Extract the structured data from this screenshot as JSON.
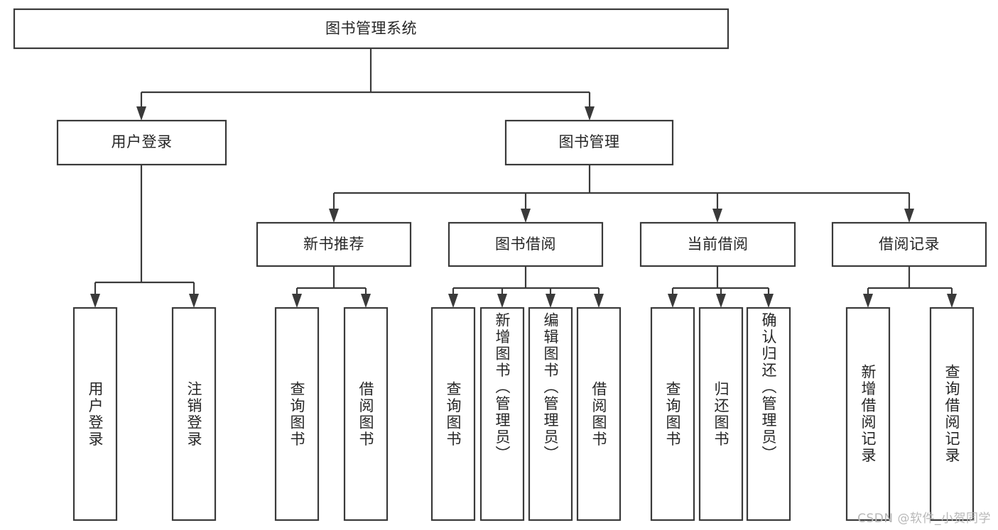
{
  "diagram": {
    "type": "tree",
    "title": "图书管理系统",
    "orientation": "top-down",
    "watermark": "CSDN @软件_小贺同学",
    "colors": {
      "stroke": "#3a3a3a",
      "fill": "#ffffff",
      "text": "#262626",
      "watermark": "#b8b8b8"
    },
    "nodes": {
      "root": {
        "label": "图书管理系统"
      },
      "level2": [
        {
          "id": "user-login",
          "label": "用户登录"
        },
        {
          "id": "book-management",
          "label": "图书管理"
        }
      ],
      "level3": [
        {
          "id": "new-book-recommend",
          "label": "新书推荐",
          "parent": "book-management"
        },
        {
          "id": "book-borrow",
          "label": "图书借阅",
          "parent": "book-management"
        },
        {
          "id": "current-borrow",
          "label": "当前借阅",
          "parent": "book-management"
        },
        {
          "id": "borrow-record",
          "label": "借阅记录",
          "parent": "book-management"
        }
      ],
      "leaves": [
        {
          "id": "leaf-user-login",
          "label": "用户登录",
          "parent": "user-login"
        },
        {
          "id": "leaf-user-logout",
          "label": "注销登录",
          "parent": "user-login"
        },
        {
          "id": "leaf-query-book-1",
          "label": "查询图书",
          "parent": "new-book-recommend"
        },
        {
          "id": "leaf-borrow-book-1",
          "label": "借阅图书",
          "parent": "new-book-recommend"
        },
        {
          "id": "leaf-query-book-2",
          "label": "查询图书",
          "parent": "book-borrow"
        },
        {
          "id": "leaf-add-book",
          "label": "新增图书（管理员）",
          "parent": "book-borrow"
        },
        {
          "id": "leaf-edit-book",
          "label": "编辑图书（管理员）",
          "parent": "book-borrow"
        },
        {
          "id": "leaf-borrow-book-2",
          "label": "借阅图书",
          "parent": "book-borrow"
        },
        {
          "id": "leaf-query-book-3",
          "label": "查询图书",
          "parent": "current-borrow"
        },
        {
          "id": "leaf-return-book",
          "label": "归还图书",
          "parent": "current-borrow"
        },
        {
          "id": "leaf-confirm-return",
          "label": "确认归还（管理员）",
          "parent": "current-borrow"
        },
        {
          "id": "leaf-add-record",
          "label": "新增借阅记录",
          "parent": "borrow-record"
        },
        {
          "id": "leaf-query-record",
          "label": "查询借阅记录",
          "parent": "borrow-record"
        }
      ]
    }
  }
}
